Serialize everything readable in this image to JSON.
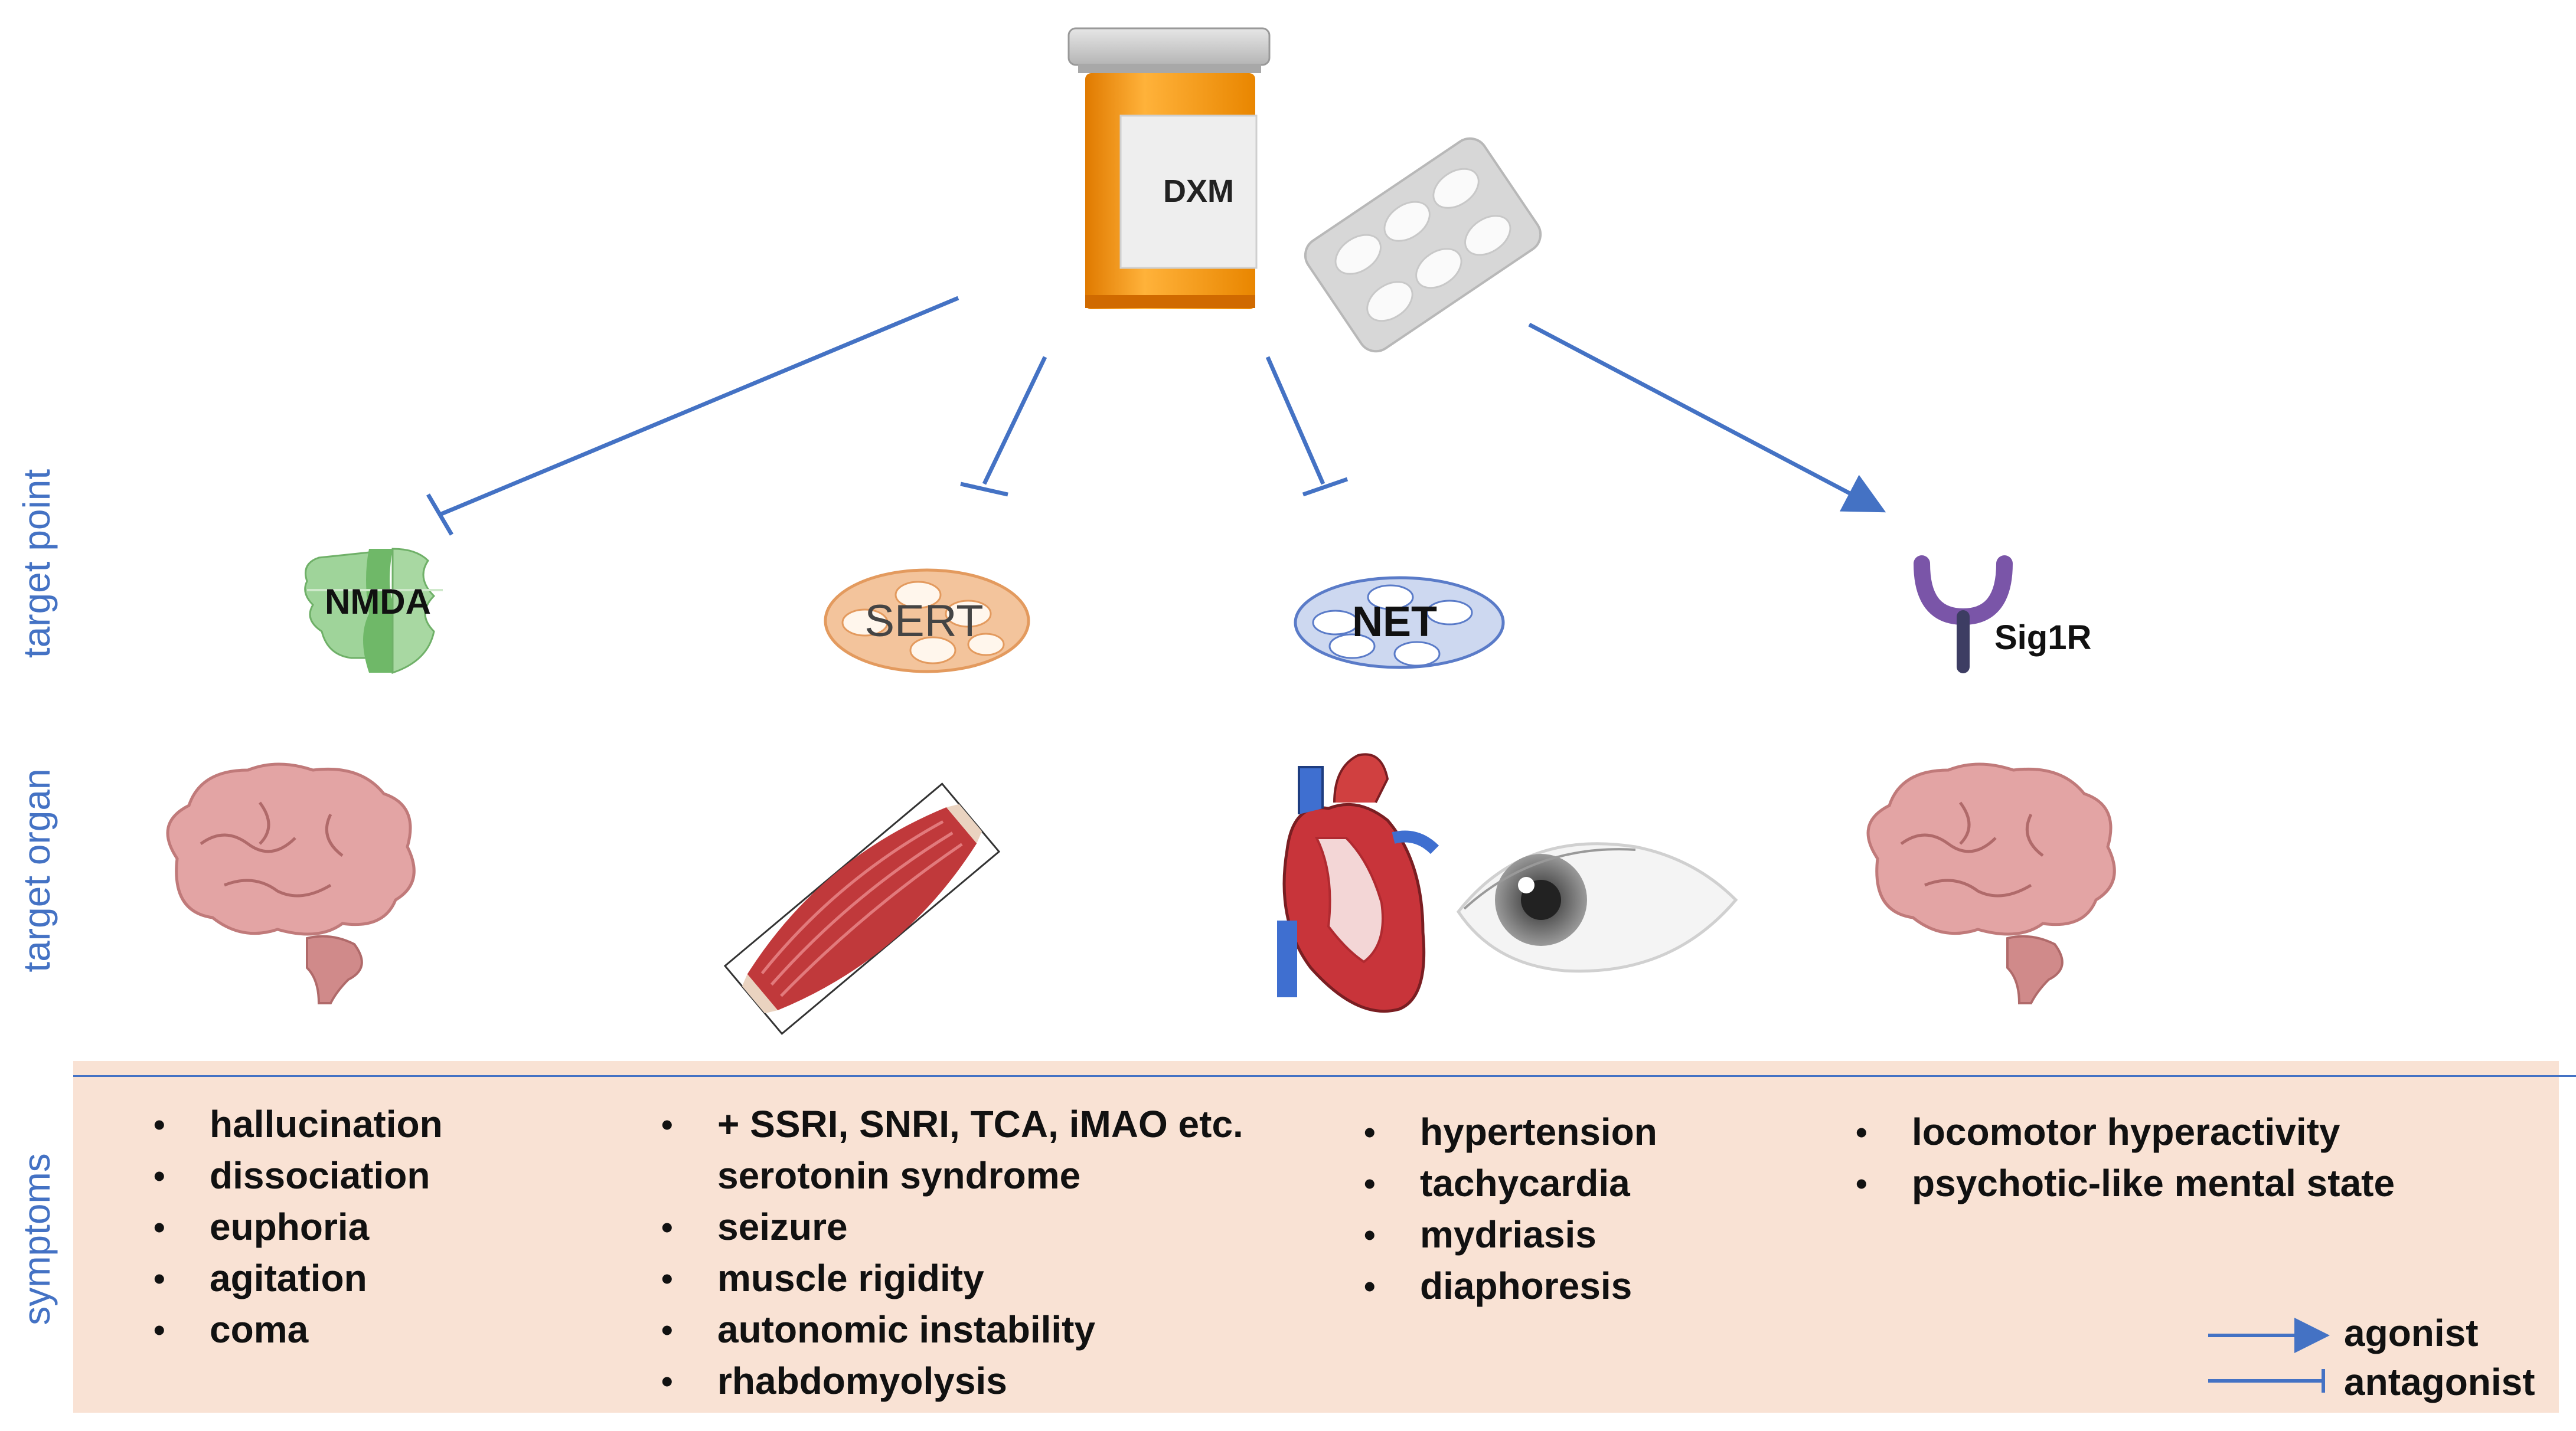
{
  "drug": {
    "label": "DXM"
  },
  "side_labels": {
    "target_point": "target point",
    "target_organ": "target organ",
    "symptoms": "symptoms"
  },
  "targets": {
    "nmda": "NMDA",
    "sert": "SERT",
    "net": "NET",
    "sig1r": "Sig1R"
  },
  "symptoms": {
    "nmda": [
      "hallucination",
      "dissociation",
      "euphoria",
      "agitation",
      "coma"
    ],
    "sert": [
      {
        "text": "+ SSRI, SNRI, TCA, iMAO etc.",
        "bullet": true
      },
      {
        "text": "serotonin syndrome",
        "bullet": false
      },
      {
        "text": "seizure",
        "bullet": true
      },
      {
        "text": "muscle rigidity",
        "bullet": true
      },
      {
        "text": "autonomic instability",
        "bullet": true
      },
      {
        "text": "rhabdomyolysis",
        "bullet": true
      }
    ],
    "net": [
      "hypertension",
      "tachycardia",
      "mydriasis",
      "diaphoresis"
    ],
    "sig1r": [
      "locomotor hyperactivity",
      "psychotic-like mental state"
    ]
  },
  "legend": {
    "agonist": "agonist",
    "antagonist": "antagonist"
  },
  "colors": {
    "arrow": "#4472c4",
    "symptom_panel": "#f9e2d4",
    "bottle": "#f39c12",
    "cap": "#c8c8c8",
    "nmda": "#8fc98a",
    "sert": "#f3c49c",
    "net": "#cdd8f0",
    "sig1r": "#7a55a8",
    "brain": "#e0a0a0"
  },
  "bullet_char": "•"
}
